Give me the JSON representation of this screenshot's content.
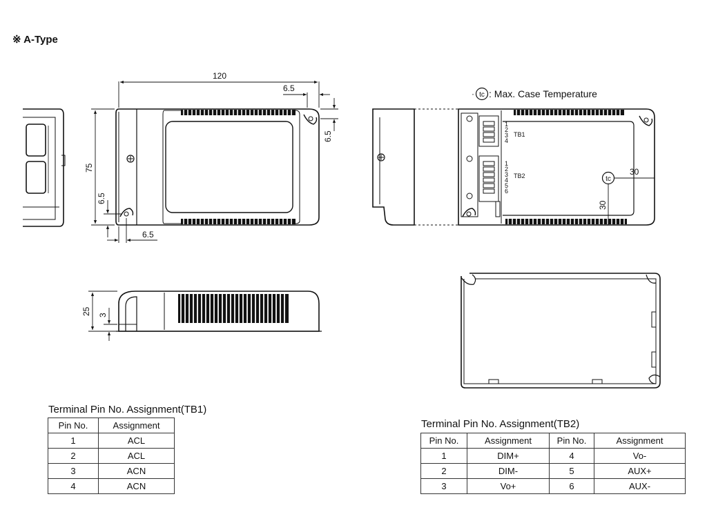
{
  "heading": "※ A-Type",
  "dimensions": {
    "length": "120",
    "height": "75",
    "corner_top_x": "6.5",
    "corner_top_y": "6.5",
    "corner_bottom_x": "6.5",
    "corner_bottom_y": "6.5",
    "thickness": "25",
    "base": "3",
    "tc_x": "30",
    "tc_y": "30"
  },
  "tc_symbol": "tc",
  "tc_legend": ": Max. Case Temperature",
  "terminal_labels": {
    "tb1": "TB1",
    "tb2": "TB2",
    "tb1_pins": [
      "1",
      "2",
      "3",
      "4"
    ],
    "tb2_pins": [
      "1",
      "2",
      "3",
      "4",
      "5",
      "6"
    ]
  },
  "tb1_table": {
    "title": "Terminal Pin No. Assignment(TB1)",
    "headers": [
      "Pin No.",
      "Assignment"
    ],
    "rows": [
      [
        "1",
        "ACL"
      ],
      [
        "2",
        "ACL"
      ],
      [
        "3",
        "ACN"
      ],
      [
        "4",
        "ACN"
      ]
    ]
  },
  "tb2_table": {
    "title": "Terminal Pin No. Assignment(TB2)",
    "headers": [
      "Pin No.",
      "Assignment",
      "Pin No.",
      "Assignment"
    ],
    "rows": [
      [
        "1",
        "DIM+",
        "4",
        "Vo-"
      ],
      [
        "2",
        "DIM-",
        "5",
        "AUX+"
      ],
      [
        "3",
        "Vo+",
        "6",
        "AUX-"
      ]
    ]
  }
}
